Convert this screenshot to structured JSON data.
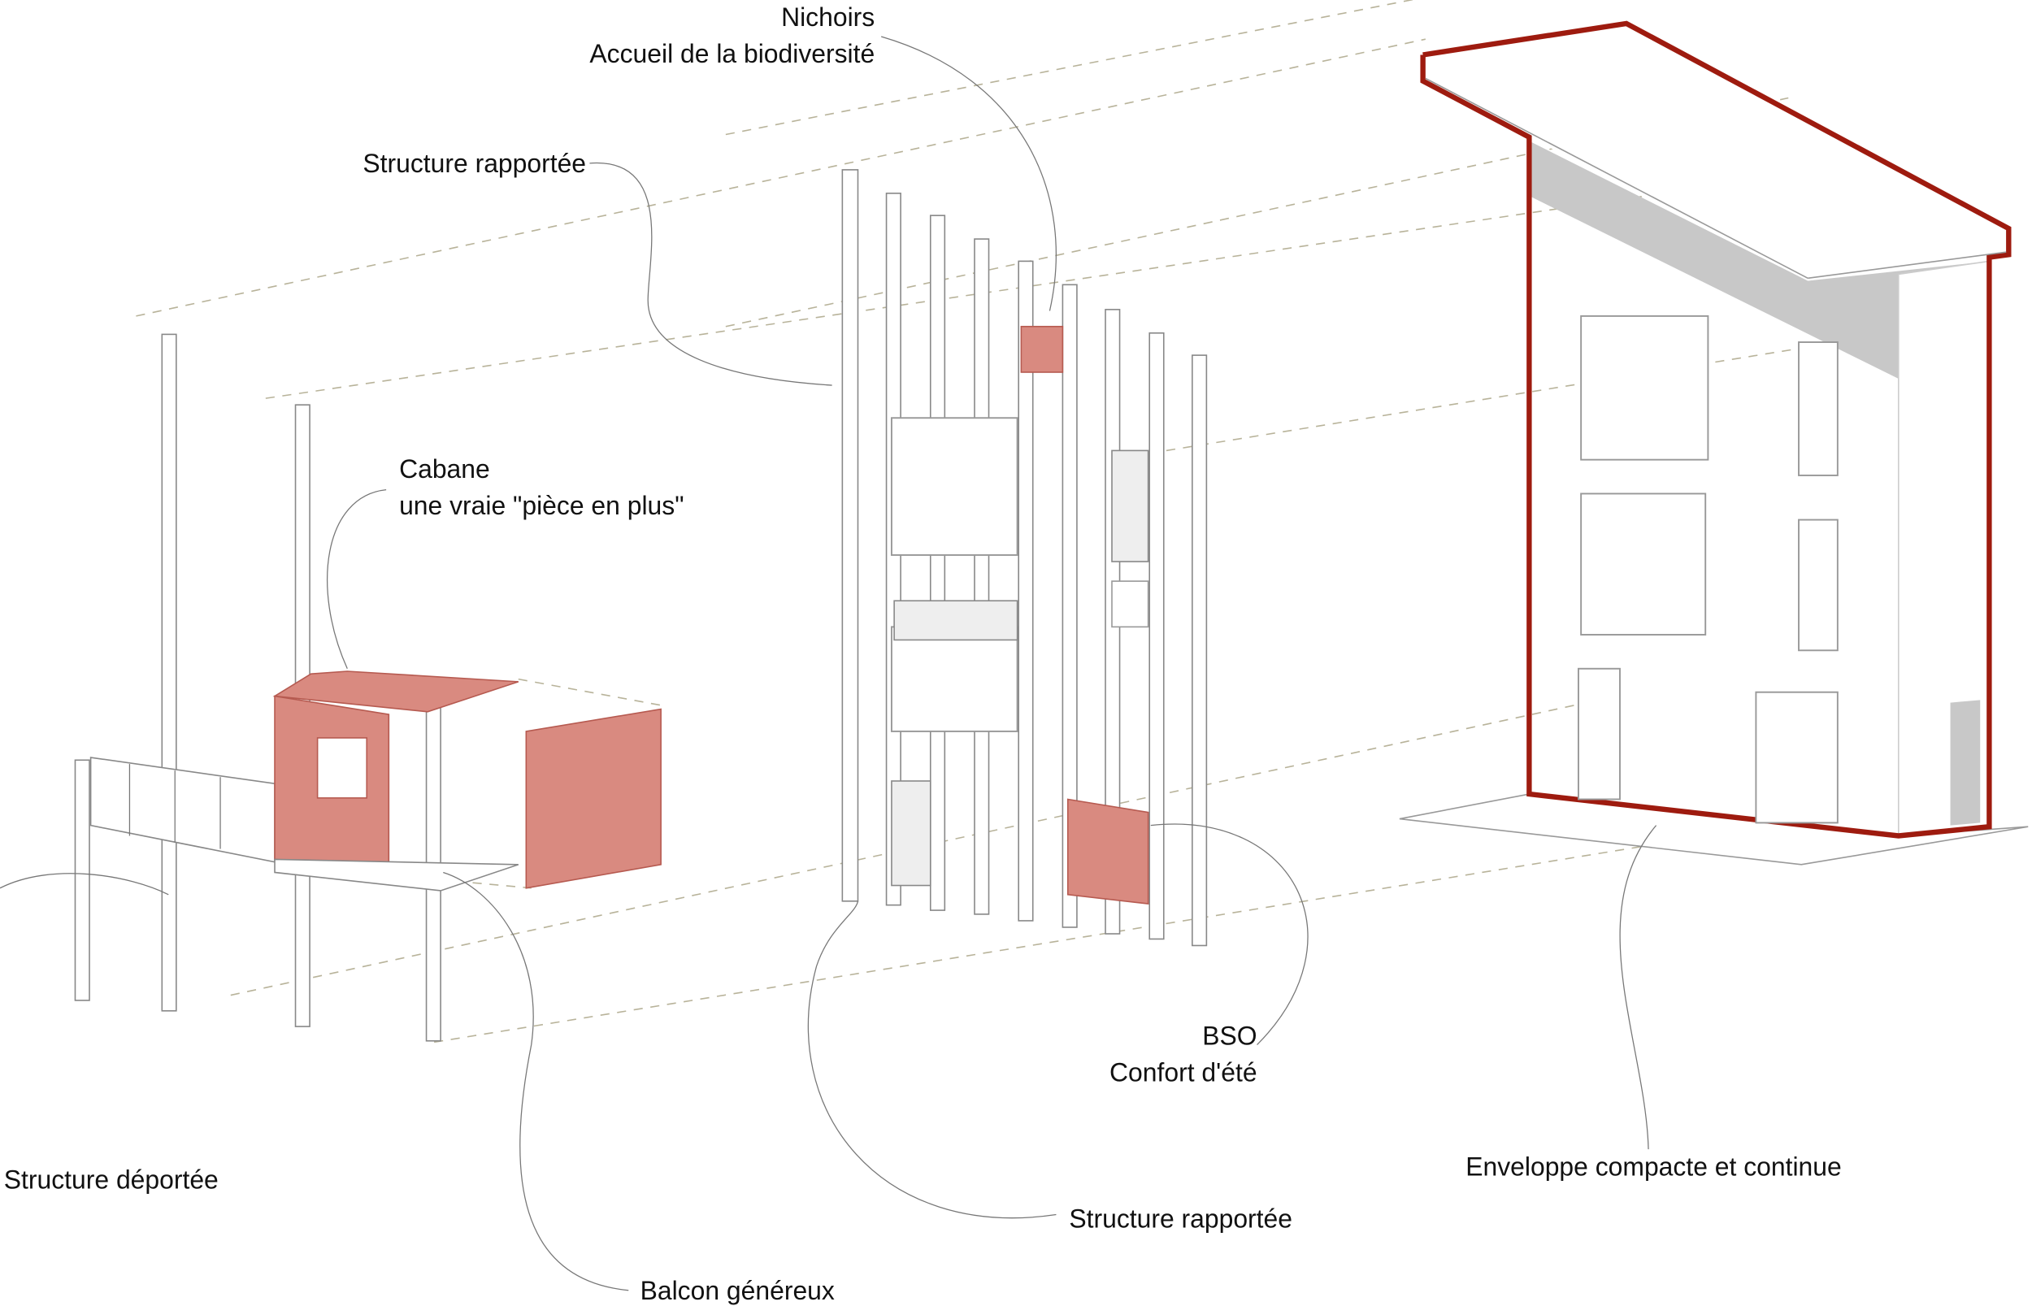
{
  "labels": {
    "nichoirs": "Nichoirs",
    "nichoirs_sub": "Accueil de la biodiversité",
    "structure_rapportee_top": "Structure rapportée",
    "cabane": "Cabane",
    "cabane_sub": "une vraie \"pièce en plus\"",
    "bso": "BSO",
    "bso_sub": "Confort d'été",
    "enveloppe": "Enveloppe compacte et continue",
    "structure_deportee": "Structure déportée",
    "structure_rapportee_bottom": "Structure rapportée",
    "balcon": "Balcon généreux"
  },
  "colors": {
    "envelope_outline": "#9e1b0f",
    "wood_cladding": "#d98a80",
    "shadow": "#c8c8c8"
  }
}
